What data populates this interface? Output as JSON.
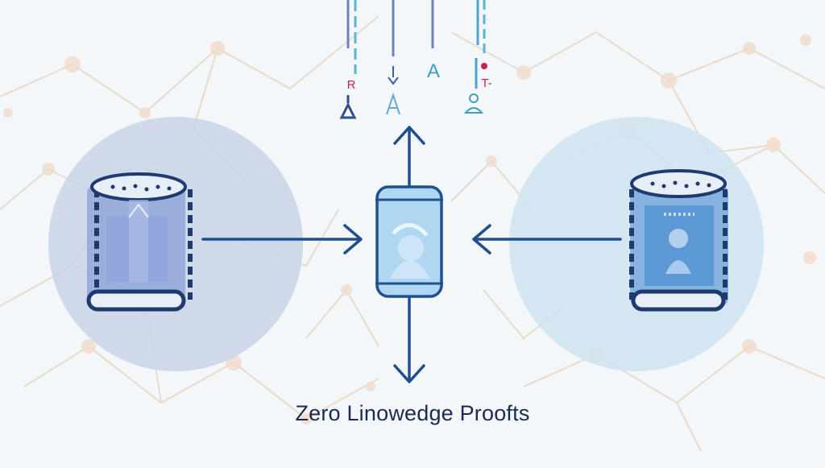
{
  "caption": "Zero Linowedge Proofts",
  "top_labels": [
    "R",
    "A",
    "T-"
  ],
  "colors": {
    "background": "#f3f7fa",
    "network": "#ead7c4",
    "arrow": "#1f4f8f",
    "left_circle": "#c9d4e6",
    "right_circle": "#cfe3f1",
    "left_cylinder": "#6f8ccf",
    "right_cylinder": "#5c98d4",
    "center_box": "#a9d3f0",
    "accent_red": "#c0244c",
    "accent_teal": "#3aa1c0",
    "caption": "#1c2a4f"
  },
  "icons": {
    "left_node": "database-cylinder-icon",
    "right_node": "database-cylinder-icon",
    "center_node": "verifier-capsule-icon",
    "top_markers": [
      "signal-bar-icon",
      "person-marker-icon"
    ]
  }
}
